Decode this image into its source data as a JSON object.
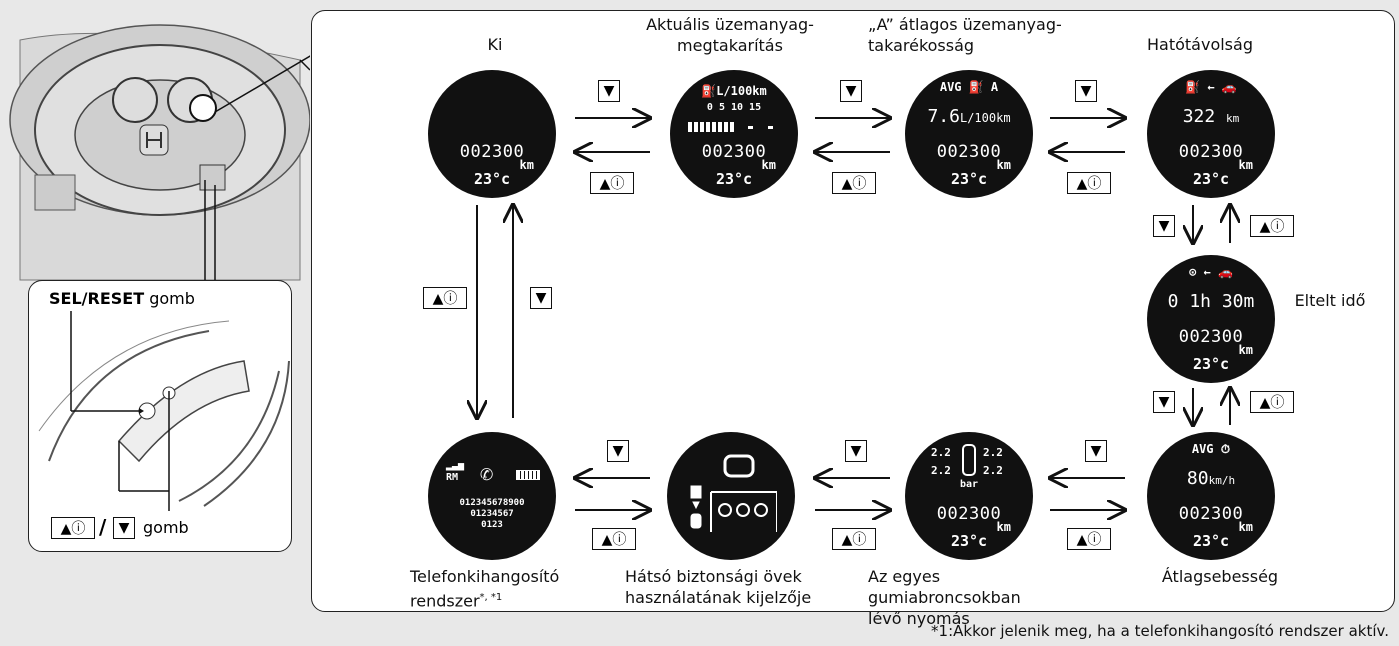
{
  "footnote": "*1:Akkor jelenik meg, ha a telefonkihangosító rendszer aktív.",
  "left_panel": {
    "sel_bold": "SEL/RESET",
    "sel_rest": " gomb",
    "button_label": "gomb",
    "slash": "/"
  },
  "screens": {
    "ki": {
      "label": "Ki"
    },
    "aktualis": {
      "label1": "Aktuális üzemanyag-",
      "label2": "megtakarítás",
      "unit": "L/100km",
      "scale": "0   5   10  15"
    },
    "atlagos": {
      "label1": "„A” átlagos üzemanyag-",
      "label2": "takarékosság",
      "top": "AVG ⛽ A",
      "value": "7.6",
      "unit": "L/100km"
    },
    "hatotav": {
      "label": "Hatótávolság",
      "value": "322",
      "unit": "km"
    },
    "eltelt": {
      "label": "Eltelt idő",
      "value": "0 1h 30m"
    },
    "atlagseb": {
      "label": "Átlagsebesség",
      "top": "AVG",
      "value": "80",
      "unit": "km/h"
    },
    "gumi": {
      "label1": "Az egyes gumiabroncsokban",
      "label2": "lévő nyomás",
      "p1": "2.2",
      "p2": "2.2",
      "p3": "2.2",
      "p4": "2.2",
      "unit": "bar"
    },
    "ov": {
      "label1": "Hátsó biztonsági övek",
      "label2": "használatának kijelzője"
    },
    "telefon": {
      "label1": "Telefonkihangosító",
      "label2": "rendszer",
      "sup": "*, *1",
      "rm": "RM",
      "digits1": "012345678900",
      "digits2": "01234567",
      "digits3": "0123"
    }
  },
  "common": {
    "odometer": "002300",
    "odo_unit": "km",
    "temp": "23°c"
  },
  "buttons": {
    "down": "▼",
    "up": "▲ⓘ"
  }
}
